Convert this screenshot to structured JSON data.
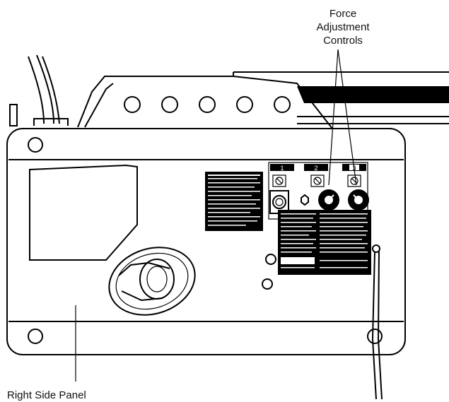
{
  "labels": {
    "force_line1": "Force",
    "force_line2": "Adjustment",
    "force_line3": "Controls",
    "right_side_panel": "Right Side Panel"
  },
  "switch_numbers": [
    "1",
    "2",
    "3"
  ],
  "colors": {
    "ink": "#000000",
    "paper": "#ffffff"
  }
}
